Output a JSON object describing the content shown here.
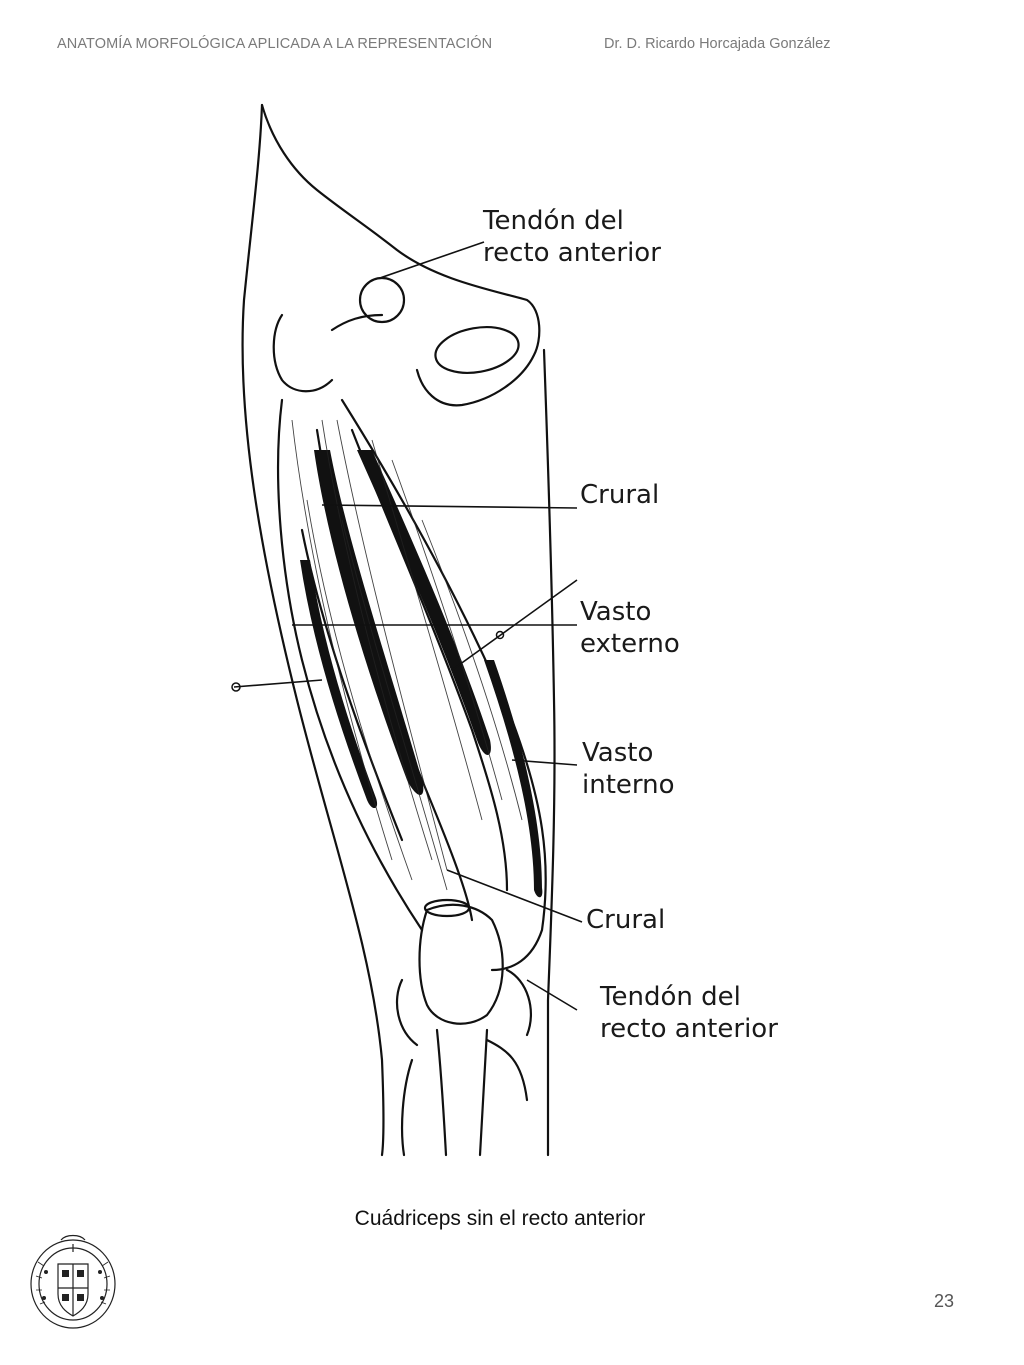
{
  "header": {
    "course_title": "ANATOMÍA MORFOLÓGICA APLICADA A LA REPRESENTACIÓN",
    "author": "Dr. D. Ricardo Horcajada González"
  },
  "figure": {
    "labels": [
      {
        "line1": "Tendón del",
        "line2": "recto anterior"
      },
      {
        "line1": "Crural",
        "line2": ""
      },
      {
        "line1": "Vasto",
        "line2": "externo"
      },
      {
        "line1": "Vasto",
        "line2": "interno"
      },
      {
        "line1": "Crural",
        "line2": ""
      },
      {
        "line1": "Tendón del",
        "line2": "recto anterior"
      }
    ]
  },
  "caption": "Cuádriceps sin el recto anterior",
  "page_number": "23",
  "seal": {
    "name": "university-seal-icon"
  }
}
